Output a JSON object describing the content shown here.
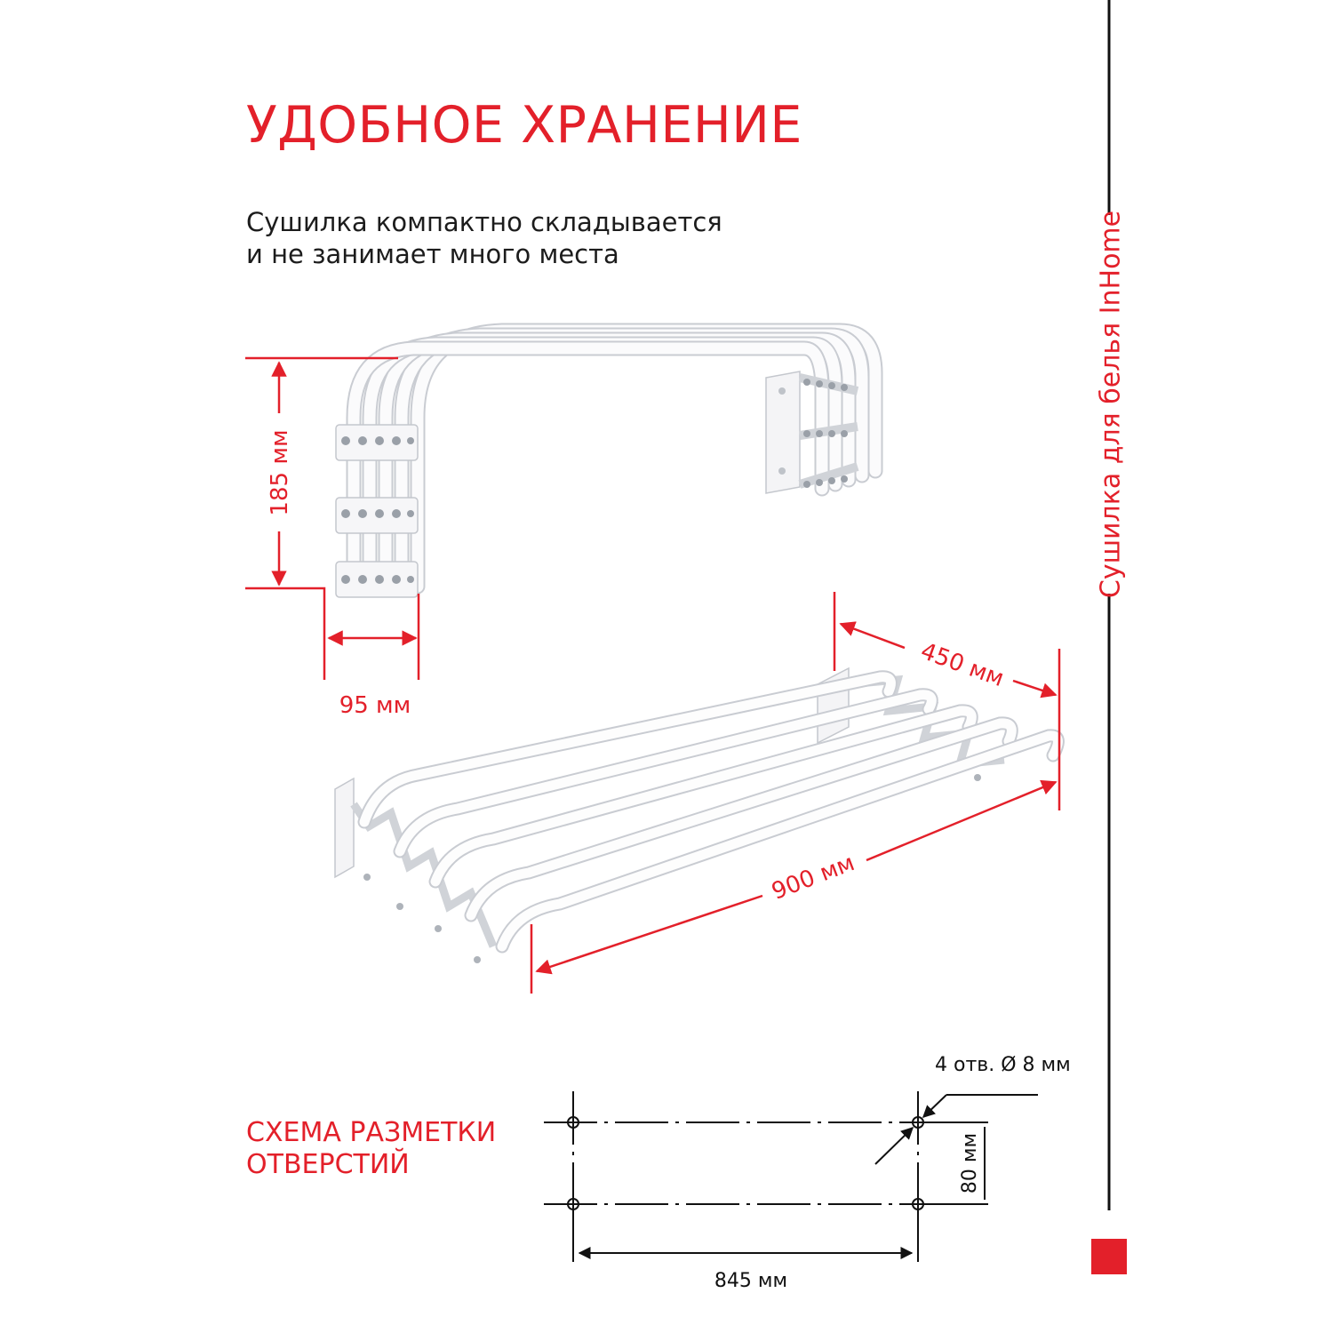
{
  "header": {
    "title": "УДОБНОЕ ХРАНЕНИЕ",
    "subtitle_line1": "Сушилка компактно складывается",
    "subtitle_line2": "и не занимает много места"
  },
  "side_brand": "Сушилка для белья InHome",
  "dimensions": {
    "height": "185 мм",
    "depth": "95 мм",
    "width_open": "450 мм",
    "length": "900 мм"
  },
  "marking": {
    "title_line1": "СХЕМА РАЗМЕТКИ",
    "title_line2": "ОТВЕРСТИЙ",
    "holes": "4 отв. Ø 8 мм",
    "vertical_spacing": "80 мм",
    "horizontal_spacing": "845 мм"
  },
  "colors": {
    "accent": "#e3202a",
    "text": "#1c1c1c",
    "product": "#ffffff"
  }
}
